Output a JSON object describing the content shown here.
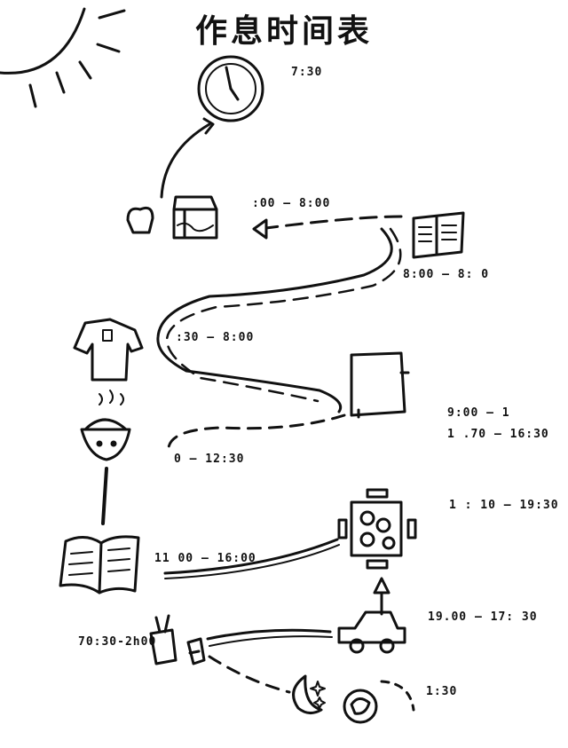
{
  "title": "作息时间表",
  "times": {
    "wake": "7:30",
    "breakfast": ":00 — 8:00",
    "reading": "8:00 — 8: 0",
    "dress": ":30 — 8:00",
    "study_a": "9:00 — 1",
    "study_b": "1 .70 — 16:30",
    "lunch": "0 — 12:30",
    "dinner": "1 : 10 — 19:30",
    "homework": "11 00 — 16:00",
    "travel": "19.00 — 17: 30",
    "wash": "70:30-2h00",
    "sleep": "1:30"
  }
}
